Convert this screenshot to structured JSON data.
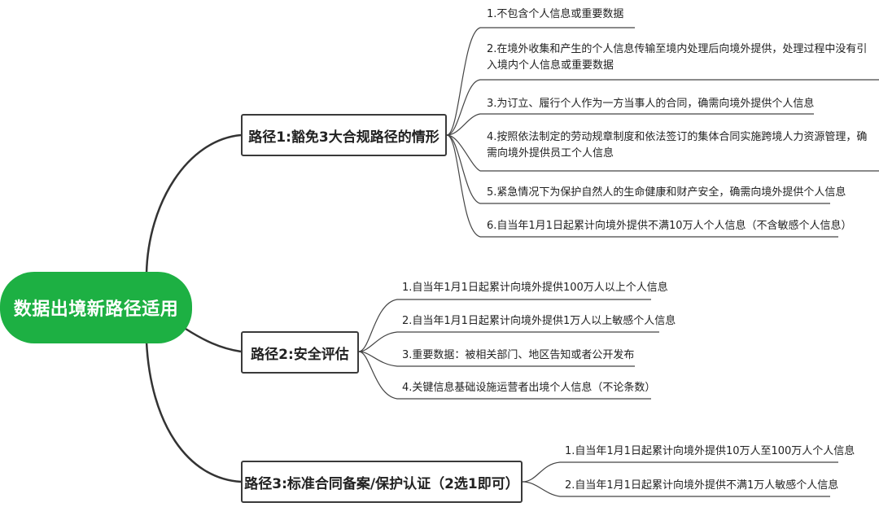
{
  "root": {
    "label": "数据出境新路径适用"
  },
  "branches": [
    {
      "label": "路径1:豁免3大合规路径的情形",
      "leaves": [
        "1.不包含个人信息或重要数据",
        "2.在境外收集和产生的个人信息传输至境内处理后向境外提供，处理过程中没有引入境内个人信息或重要数据",
        "3.为订立、履行个人作为一方当事人的合同，确需向境外提供个人信息",
        "4.按照依法制定的劳动规章制度和依法签订的集体合同实施跨境人力资源管理，确需向境外提供员工个人信息",
        "5.紧急情况下为保护自然人的生命健康和财产安全，确需向境外提供个人信息",
        "6.自当年1月1日起累计向境外提供不满10万人个人信息（不含敏感个人信息）"
      ]
    },
    {
      "label": "路径2:安全评估",
      "leaves": [
        "1.自当年1月1日起累计向境外提供100万人以上个人信息",
        "2.自当年1月1日起累计向境外提供1万人以上敏感个人信息",
        "3.重要数据：被相关部门、地区告知或者公开发布",
        "4.关键信息基础设施运营者出境个人信息（不论条数）"
      ]
    },
    {
      "label": "路径3:标准合同备案/保护认证（2选1即可）",
      "leaves": [
        "1.自当年1月1日起累计向境外提供10万人至100万人个人信息",
        "2.自当年1月1日起累计向境外提供不满1万人敏感个人信息"
      ]
    }
  ],
  "colors": {
    "root": "#1db043",
    "line": "#3a3a3a"
  }
}
